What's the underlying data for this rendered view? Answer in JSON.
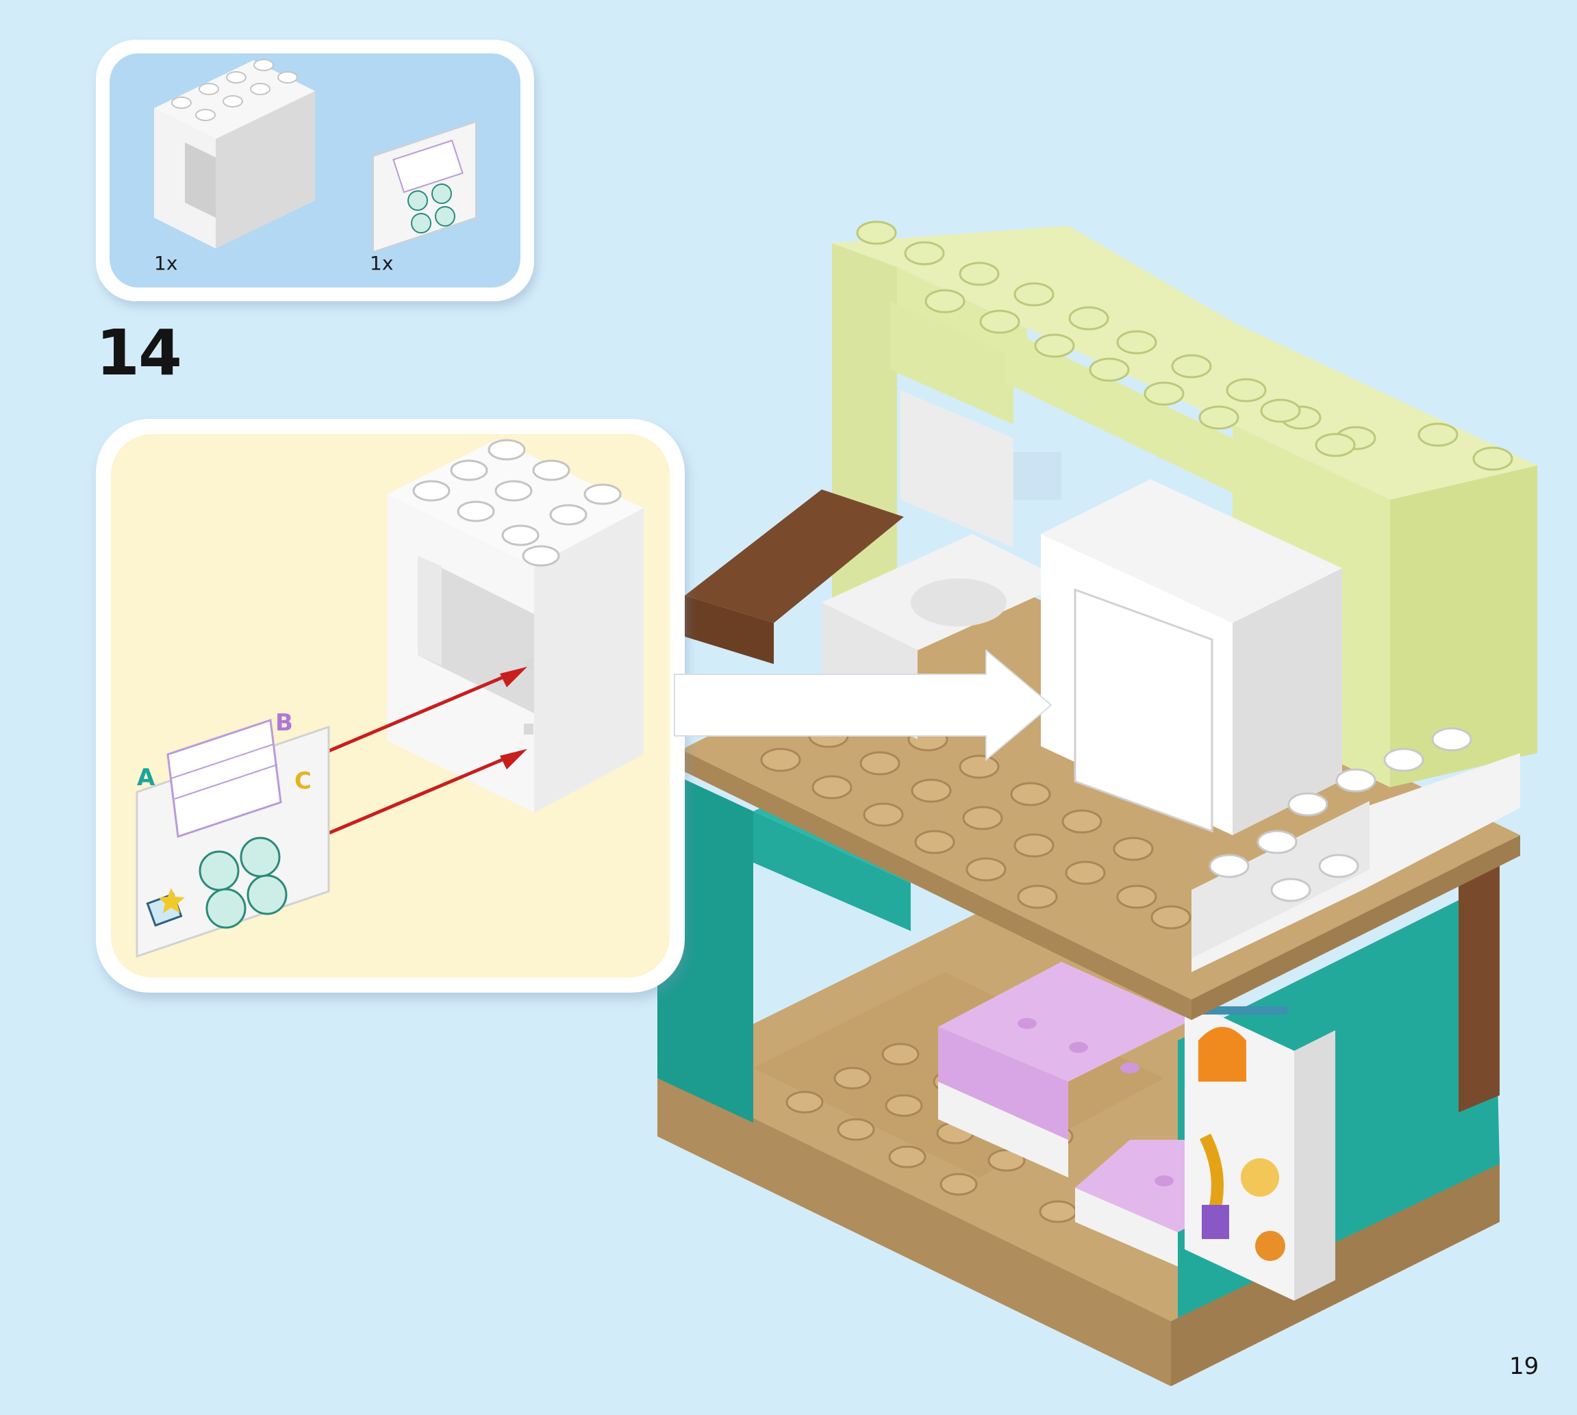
{
  "step": {
    "number": "14"
  },
  "parts": [
    {
      "name": "white window frame brick",
      "qty": "1x"
    },
    {
      "name": "schedule sticker panel",
      "qty": "1x"
    }
  ],
  "sticker": {
    "letters": [
      "A",
      "B",
      "C"
    ]
  },
  "page": {
    "number": "19"
  },
  "colors": {
    "background": "#d3ecfa",
    "parts_panel": "#b2d8f3",
    "detail_panel": "#fdf4d0",
    "lime_brick": "#e1eba8",
    "teal_brick": "#1fa698",
    "tan_plate": "#c9a772",
    "wood_brown": "#7a4a2c",
    "lilac_cushion": "#e2b8ec",
    "arrow_red": "#c81e1e"
  }
}
